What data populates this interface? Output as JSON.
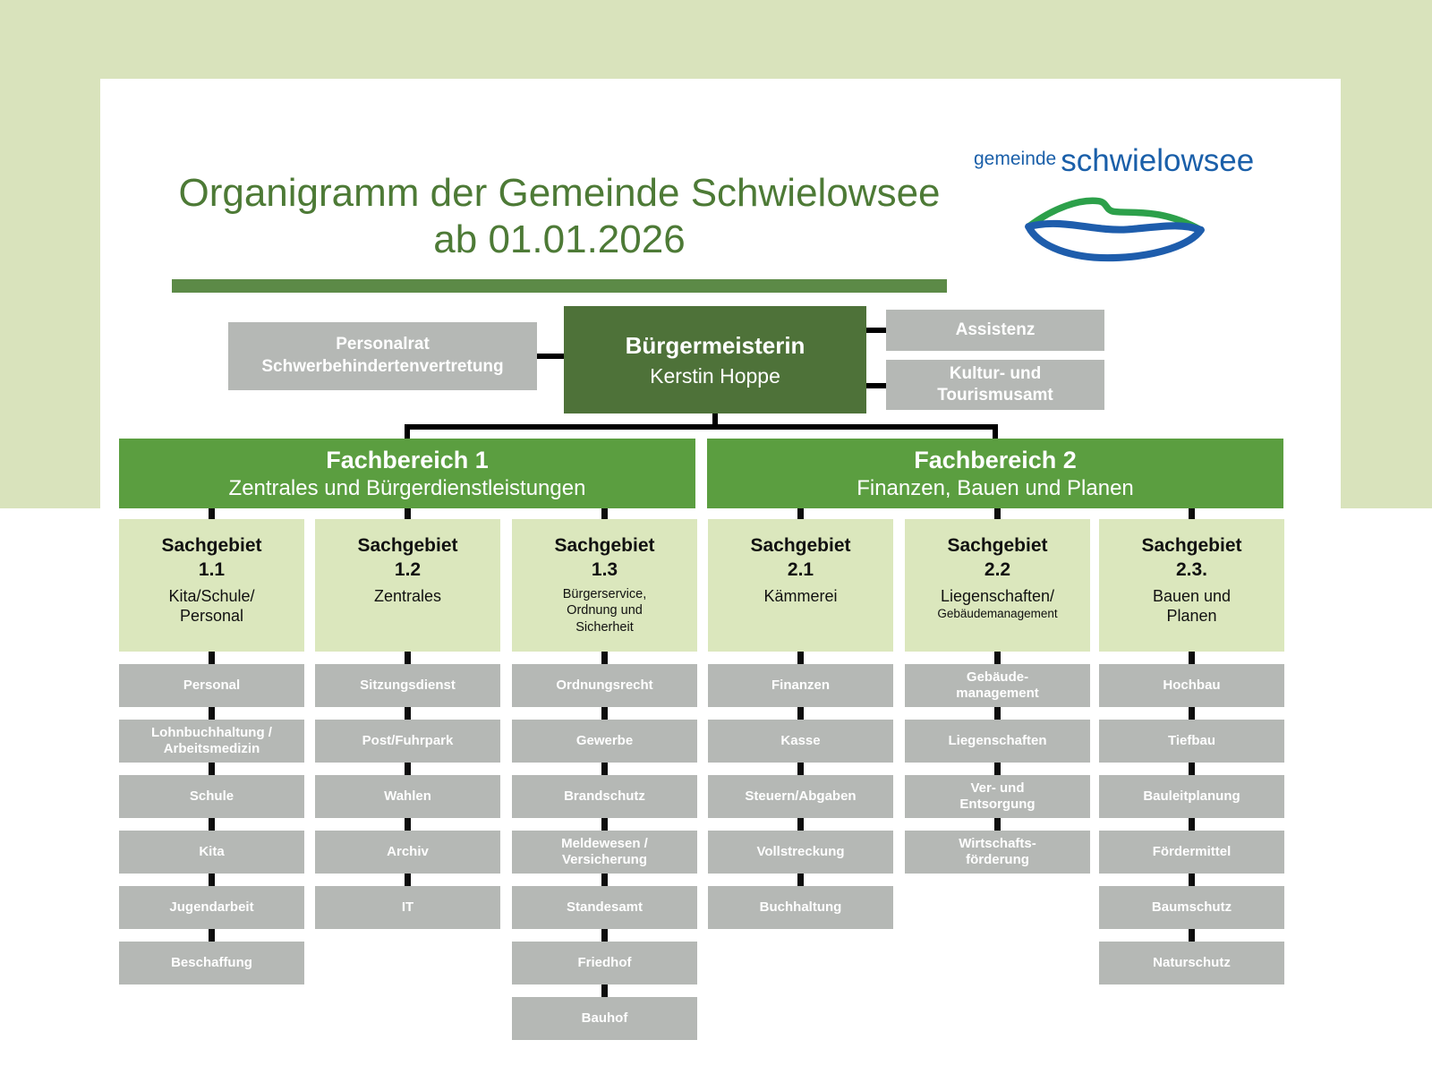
{
  "page": {
    "title_line1": "Organigramm der Gemeinde Schwielowsee",
    "title_line2": "ab 01.01.2026"
  },
  "logo": {
    "word1": "gemeinde",
    "word2": "schwielowsee"
  },
  "top": {
    "personalrat": {
      "text": "Personalrat\nSchwerbehindertenvertretung"
    },
    "mayor": {
      "role": "Bürgermeisterin",
      "name": "Kerstin Hoppe"
    },
    "assistenz": {
      "label": "Assistenz"
    },
    "kultur": {
      "label": "Kultur- und\nTourismusamt"
    }
  },
  "fachbereiche": [
    {
      "title": "Fachbereich 1",
      "subtitle": "Zentrales und Bürgerdienstleistungen"
    },
    {
      "title": "Fachbereich 2",
      "subtitle": "Finanzen, Bauen und Planen"
    }
  ],
  "columns": [
    {
      "header": {
        "kicker": "Sachgebiet",
        "number": "1.1",
        "name": "Kita/Schule/\nPersonal"
      },
      "items": [
        "Personal",
        "Lohnbuchhaltung /\nArbeitsmedizin",
        "Schule",
        "Kita",
        "Jugendarbeit",
        "Beschaffung"
      ]
    },
    {
      "header": {
        "kicker": "Sachgebiet",
        "number": "1.2",
        "name": "Zentrales"
      },
      "items": [
        "Sitzungsdienst",
        "Post/Fuhrpark",
        "Wahlen",
        "Archiv",
        "IT"
      ]
    },
    {
      "header": {
        "kicker": "Sachgebiet",
        "number": "1.3",
        "name": "Bürgerservice,\nOrdnung und\nSicherheit"
      },
      "items": [
        "Ordnungsrecht",
        "Gewerbe",
        "Brandschutz",
        "Meldewesen /\nVersicherung",
        "Standesamt",
        "Friedhof",
        "Bauhof"
      ]
    },
    {
      "header": {
        "kicker": "Sachgebiet",
        "number": "2.1",
        "name": "Kämmerei"
      },
      "items": [
        "Finanzen",
        "Kasse",
        "Steuern/Abgaben",
        "Vollstreckung",
        "Buchhaltung"
      ]
    },
    {
      "header": {
        "kicker": "Sachgebiet",
        "number": "2.2",
        "name": "Liegenschaften/",
        "name_small": "Gebäudemanagement"
      },
      "items": [
        "Gebäude-\nmanagement",
        "Liegenschaften",
        "Ver- und\nEntsorgung",
        "Wirtschafts-\nförderung"
      ]
    },
    {
      "header": {
        "kicker": "Sachgebiet",
        "number": "2.3.",
        "name": "Bauen und\nPlanen"
      },
      "items": [
        "Hochbau",
        "Tiefbau",
        "Bauleitplanung",
        "Fördermittel",
        "Baumschutz",
        "Naturschutz"
      ]
    }
  ],
  "colors": {
    "frame_green": "#d9e3bc",
    "title_green": "#4d7a36",
    "divider_green": "#5c8a47",
    "mayor_green": "#4e7239",
    "fachbereich_green": "#5b9e40",
    "sachgebiet_green": "#dbe7bd",
    "box_gray": "#b5b8b5",
    "connector_black": "#000000",
    "logo_blue": "#1a5fa9",
    "logo_green": "#2ca04a"
  }
}
